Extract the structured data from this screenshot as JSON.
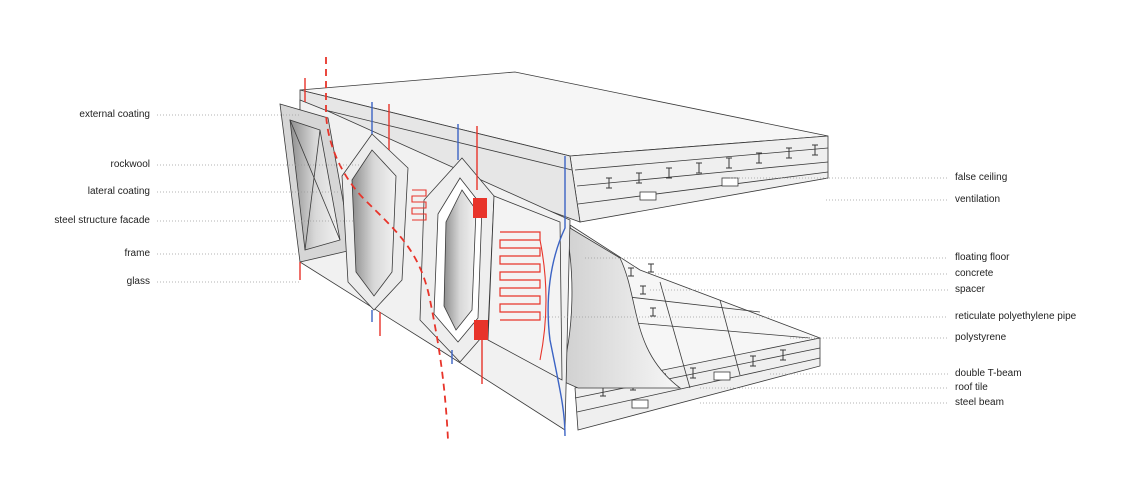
{
  "diagram": {
    "labels_left": [
      {
        "id": "external-coating",
        "text": "external coating"
      },
      {
        "id": "rockwool",
        "text": "rockwool"
      },
      {
        "id": "lateral-coating",
        "text": "lateral coating"
      },
      {
        "id": "steel-structure-facade",
        "text": "steel structure facade"
      },
      {
        "id": "frame",
        "text": "frame"
      },
      {
        "id": "glass",
        "text": "glass"
      }
    ],
    "labels_right": [
      {
        "id": "false-ceiling",
        "text": "false ceiling"
      },
      {
        "id": "ventilation",
        "text": "ventilation"
      },
      {
        "id": "floating-floor",
        "text": "floating floor"
      },
      {
        "id": "concrete",
        "text": "concrete"
      },
      {
        "id": "spacer",
        "text": "spacer"
      },
      {
        "id": "reticulate-polyethylene-pipe",
        "text": "reticulate polyethylene pipe"
      },
      {
        "id": "polystyrene",
        "text": "polystyrene"
      },
      {
        "id": "double-t-beam",
        "text": "double T-beam"
      },
      {
        "id": "roof-tile",
        "text": "roof tile"
      },
      {
        "id": "steel-beam",
        "text": "steel beam"
      }
    ],
    "colors": {
      "line": "#3a3a3a",
      "leader": "#9a9a9a",
      "red_pipe": "#e8342a",
      "blue_pipe": "#3b63c4",
      "face_light": "#f4f4f4",
      "face_mid": "#dcdcdc",
      "face_dark": "#9d9d9d"
    }
  }
}
